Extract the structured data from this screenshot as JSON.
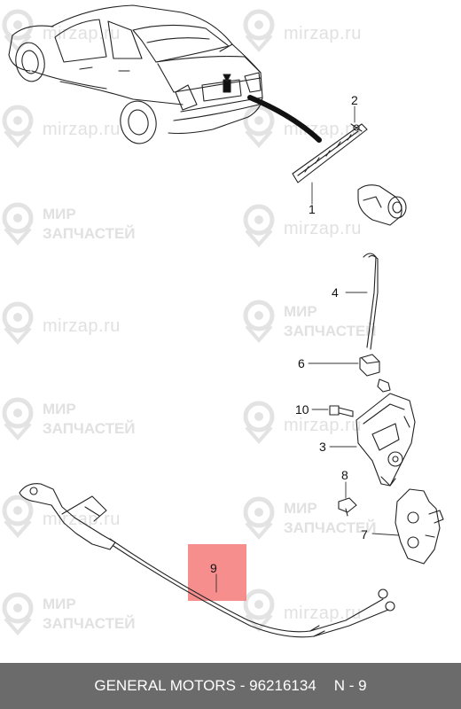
{
  "watermarks": {
    "site": "mirzap.ru",
    "brand_line1": "МИР",
    "brand_line2": "ЗАПЧАСТЕЙ"
  },
  "callouts": {
    "c1": "1",
    "c2": "2",
    "c3": "3",
    "c4": "4",
    "c6": "6",
    "c7": "7",
    "c8": "8",
    "c9": "9",
    "c10": "10"
  },
  "footer": {
    "title": "GENERAL MOTORS - 96216134",
    "code": "N - 9"
  },
  "colors": {
    "highlight": "#f47a7a",
    "footer_bg": "#6b6b6b",
    "watermark": "#e1e1e1"
  }
}
